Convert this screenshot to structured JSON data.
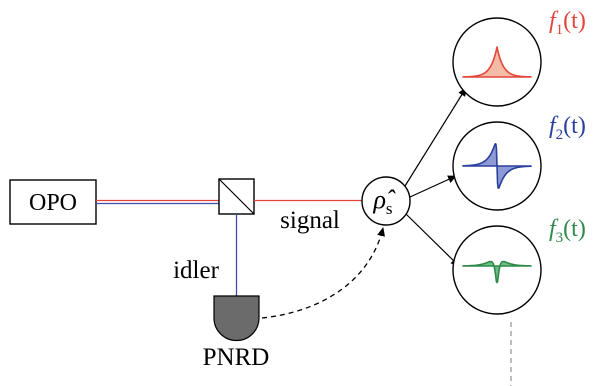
{
  "source": {
    "label": "OPO"
  },
  "beam_labels": {
    "signal": "signal",
    "idler": "idler"
  },
  "detector": {
    "label": "PNRD"
  },
  "state": {
    "label": "ρ̂",
    "subscript": "s"
  },
  "modes": [
    {
      "label": "f",
      "index": "1",
      "arg": "(t)",
      "color": "#e4453a",
      "fill": "#f4bca6"
    },
    {
      "label": "f",
      "index": "2",
      "arg": "(t)",
      "color": "#2b3f9e",
      "fill": "#8d9ad6"
    },
    {
      "label": "f",
      "index": "3",
      "arg": "(t)",
      "color": "#2f8a4a",
      "fill": "#6fbf86"
    }
  ],
  "colors": {
    "pump": "#e4453a",
    "idler_beam": "#3a4fa8",
    "detector_fill": "#6b6b6b"
  }
}
